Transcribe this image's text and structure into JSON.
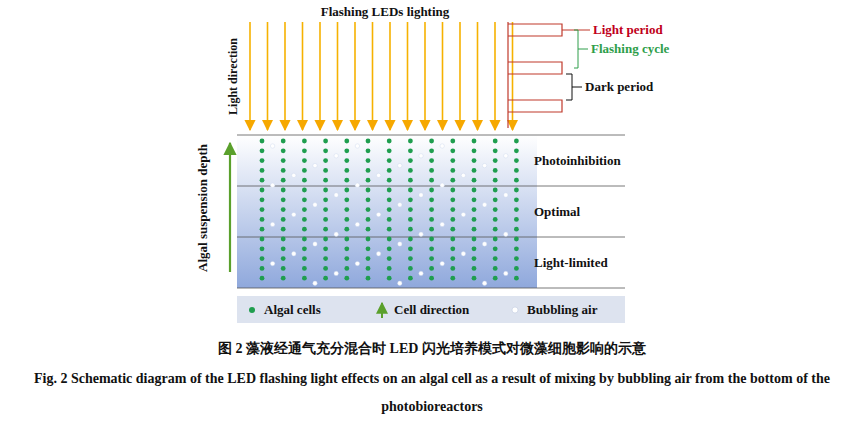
{
  "diagram": {
    "caption": "图 2  藻液经通气充分混合时 LED 闪光培养模式对微藻细胞影响的示意",
    "nodes": [
      {
        "text": [
          "Photoinhibition"
        ]
      },
      {
        "text": [
          "Optimal"
        ]
      },
      {
        "text": [
          "Light-limited"
        ]
      }
    ],
    "labels": [
      "Flashing LEDs lighting",
      "Light direction",
      "Light period",
      "Flashing cycle",
      "Dark period",
      "Algal suspension depth",
      "Fig. 2  Schematic diagram of the LED flashing light effects on an algal cell as a result of mixing by bubbling air from the bottom of the photobioreactors"
    ],
    "legend": [
      {
        "text": "Algal cells",
        "color": "#1f9e4f"
      },
      {
        "text": "Cell direction"
      },
      {
        "text": "Bubbling air",
        "color": "#ffffff"
      }
    ]
  }
}
